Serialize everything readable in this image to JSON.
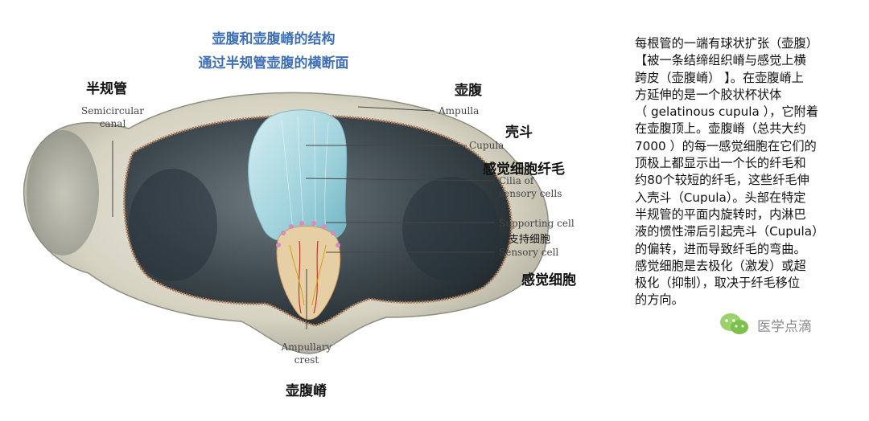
{
  "title": {
    "line1": "壶腹和壶腹嵴的结构",
    "line2": "通过半规管壶腹的横断面"
  },
  "labels": {
    "semicircular_zh": "半规管",
    "semicircular_en_1": "Semicircular",
    "semicircular_en_2": "canal",
    "ampulla_zh": "壶腹",
    "ampulla_en": "Ampulla",
    "cupula_zh": "壳斗",
    "cupula_en": "Cupula",
    "cilia_zh": "感觉细胞纤毛",
    "cilia_en_1": "Cilia of",
    "cilia_en_2": "sensory cells",
    "supporting_en": "Supporting cell",
    "supporting_zh": "支持细胞",
    "sensory_en": "Sensory cell",
    "sensory_zh": "感觉细胞",
    "crest_en_1": "Ampullary",
    "crest_en_2": "crest",
    "crest_zh": "壶腹嵴"
  },
  "description": "每根管的一端有球状扩张（壶腹）\n【被一条结缔组织嵴与感觉上横\n跨皮（壶腹嵴） 】。在壶腹嵴上\n方延伸的是一个胶状杯状体\n（ gelatinous cupula ），它附着\n在壶腹顶上。壶腹嵴（总共大约\n7000 ）的每一感觉细胞在它们的\n顶极上都显示出一个长的纤毛和\n约80个较短的纤毛，这些纤毛伸\n入壳斗（Cupula）。头部在特定\n半规管的平面内旋转时，内淋巴\n液的惯性滞后引起壳斗（Cupula）\n的偏转，进而导致纤毛的弯曲。\n感觉细胞是去极化（激发）或超\n极化（抑制），取决于纤毛移位\n的方向。",
  "watermark": {
    "text": "医学点滴",
    "icon": "wechat-icon"
  },
  "colors": {
    "title": "#3f6fb8",
    "cupula": "#a9d8e0",
    "wall": "#d9d6c8",
    "interior": "#3b464c",
    "rim": "#b07c58"
  }
}
